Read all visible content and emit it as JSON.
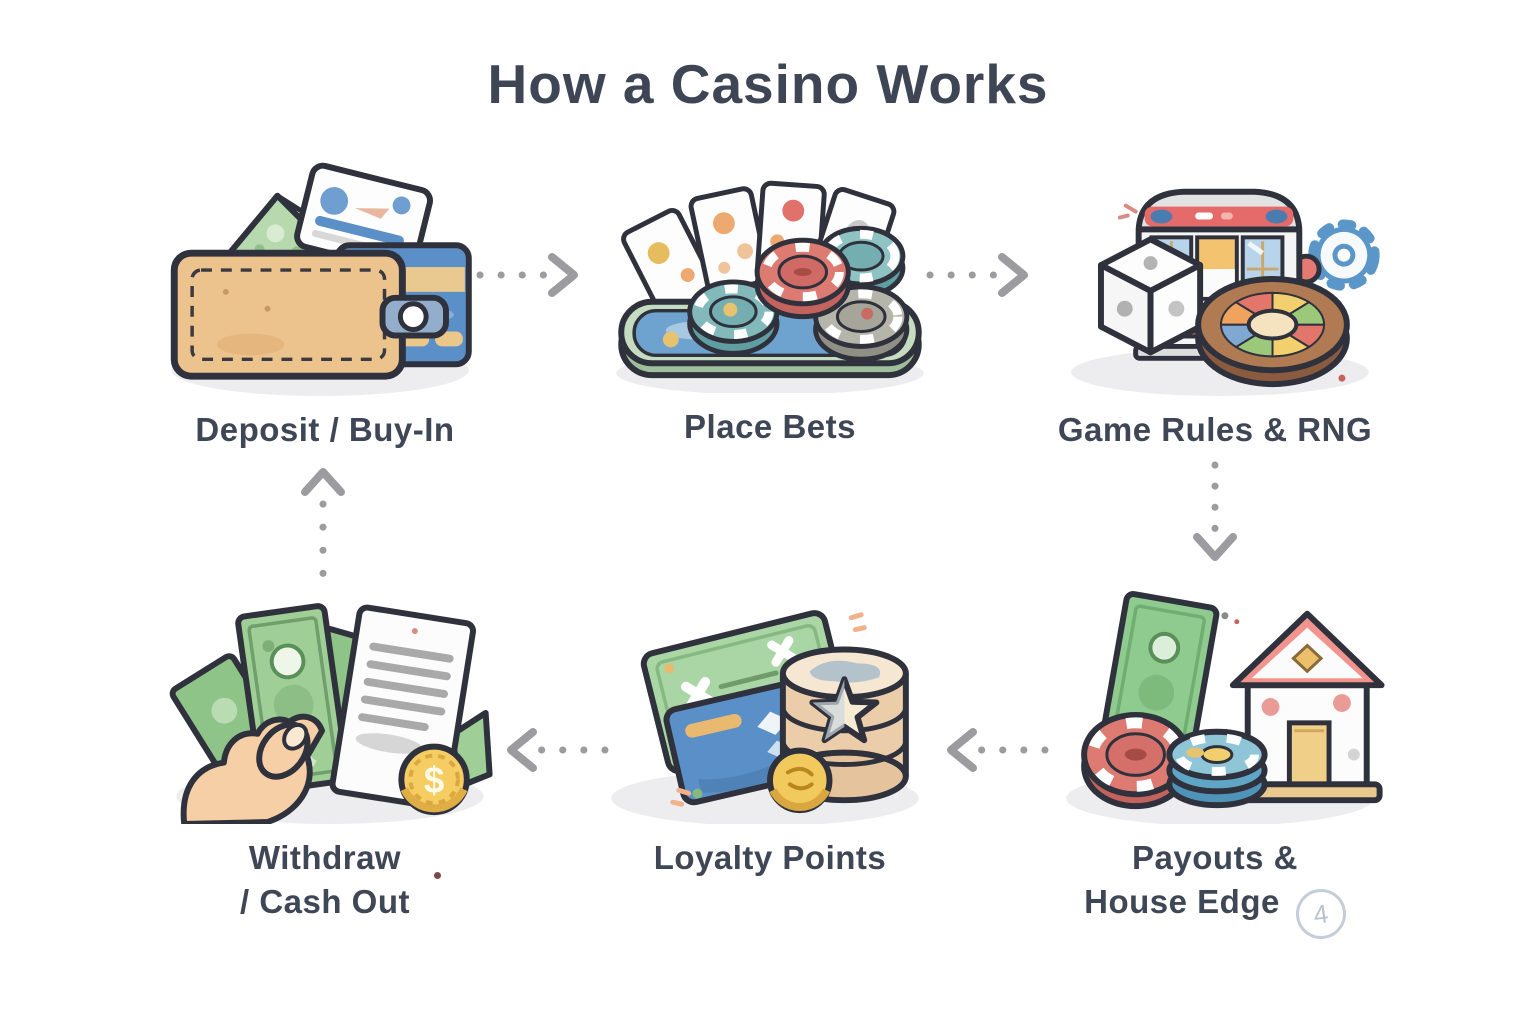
{
  "title": "How a Casino Works",
  "colors": {
    "background": "#ffffff",
    "outline_ink": "#2f323c",
    "text": "#3f4656",
    "arrow": "#9b9ba0",
    "badge_ring": "#c5ced8",
    "shadow": "#ededf0"
  },
  "steps": [
    {
      "id": "deposit-buy-in",
      "label": "Deposit / Buy-In",
      "icon": "wallet-cash-card-icon"
    },
    {
      "id": "place-bets",
      "label": "Place Bets",
      "icon": "cards-chips-table-icon"
    },
    {
      "id": "game-rules-rng",
      "label": "Game Rules & RNG",
      "icon": "slot-machine-dice-roulette-gear-icon"
    },
    {
      "id": "payouts-house-edge",
      "label": "Payouts & House Edge",
      "label_line1": "Payouts &",
      "label_line2": "House Edge",
      "badge": "4",
      "icon": "cash-chips-house-icon"
    },
    {
      "id": "loyalty-points",
      "label": "Loyalty Points",
      "icon": "cards-token-stack-coin-icon"
    },
    {
      "id": "withdraw-cash-out",
      "label": "Withdraw / Cash Out",
      "label_line1": "Withdraw",
      "label_line2": "/ Cash Out",
      "icon": "hand-cash-receipt-coin-icon"
    }
  ],
  "icons": {
    "coin_symbol": "$"
  },
  "flow_arrows": [
    {
      "from": "Deposit / Buy-In",
      "to": "Place Bets",
      "direction": "right",
      "style": "dotted"
    },
    {
      "from": "Place Bets",
      "to": "Game Rules & RNG",
      "direction": "right",
      "style": "dotted"
    },
    {
      "from": "Game Rules & RNG",
      "to": "Payouts & House Edge",
      "direction": "down",
      "style": "dotted"
    },
    {
      "from": "Payouts & House Edge",
      "to": "Loyalty Points",
      "direction": "left",
      "style": "dotted"
    },
    {
      "from": "Loyalty Points",
      "to": "Withdraw / Cash Out",
      "direction": "left",
      "style": "dotted"
    },
    {
      "from": "Withdraw / Cash Out",
      "to": "Deposit / Buy-In",
      "direction": "up",
      "style": "dotted"
    }
  ]
}
